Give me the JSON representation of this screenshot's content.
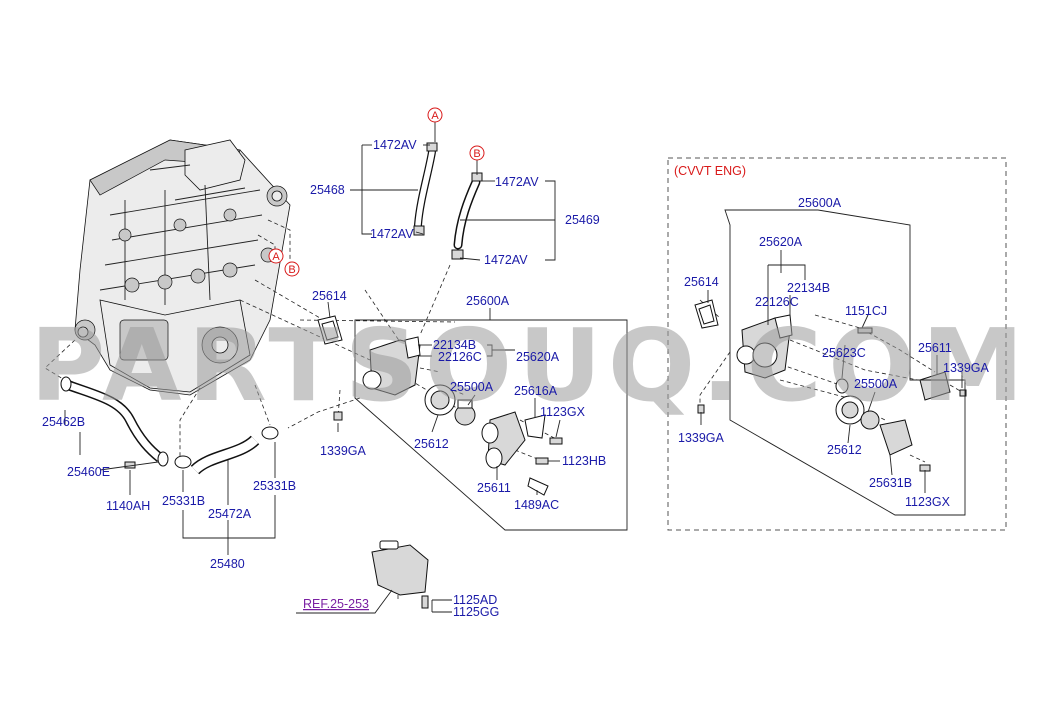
{
  "watermark": "PARTSOUQ.COM",
  "section_label": "(CVVT ENG)",
  "callouts": {
    "a": "A",
    "b": "B"
  },
  "ref_label": "REF.25-253",
  "parts": {
    "p_1472AV_top": "1472AV",
    "p_25468": "25468",
    "p_1472AV_left": "1472AV",
    "p_1472AV_r1": "1472AV",
    "p_25469": "25469",
    "p_1472AV_r2": "1472AV",
    "p_25614": "25614",
    "p_25600A": "25600A",
    "p_22134B": "22134B",
    "p_22126C": "22126C",
    "p_25620A": "25620A",
    "p_25500A": "25500A",
    "p_25616A": "25616A",
    "p_1123GX": "1123GX",
    "p_1339GA": "1339GA",
    "p_25612": "25612",
    "p_1123HB": "1123HB",
    "p_25611": "25611",
    "p_1489AC": "1489AC",
    "p_25462B": "25462B",
    "p_25460E": "25460E",
    "p_1140AH": "1140AH",
    "p_25331B_l": "25331B",
    "p_25472A": "25472A",
    "p_25331B_r": "25331B",
    "p_25480": "25480",
    "p_1125AD": "1125AD",
    "p_1125GG": "1125GG",
    "c_25600A": "25600A",
    "c_25620A": "25620A",
    "c_25614": "25614",
    "c_22134B": "22134B",
    "c_22126C": "22126C",
    "c_1151CJ": "1151CJ",
    "c_25623C": "25623C",
    "c_25611": "25611",
    "c_1339GA_r": "1339GA",
    "c_25500A": "25500A",
    "c_1339GA_l": "1339GA",
    "c_25612": "25612",
    "c_25631B": "25631B",
    "c_1123GX": "1123GX"
  }
}
